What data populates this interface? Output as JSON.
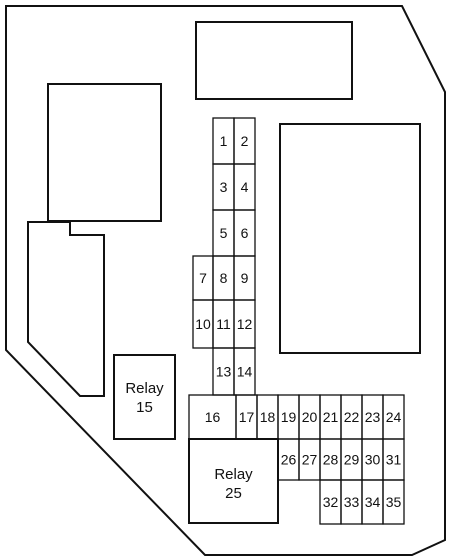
{
  "relays": [
    {
      "id": "relay-15",
      "line1": "Relay",
      "line2": "15"
    },
    {
      "id": "relay-25",
      "line1": "Relay",
      "line2": "25"
    }
  ],
  "fuses": [
    "1",
    "2",
    "3",
    "4",
    "5",
    "6",
    "7",
    "8",
    "9",
    "10",
    "11",
    "12",
    "13",
    "14",
    "16",
    "17",
    "18",
    "19",
    "20",
    "21",
    "22",
    "23",
    "24",
    "26",
    "27",
    "28",
    "29",
    "30",
    "31",
    "32",
    "33",
    "34",
    "35"
  ],
  "colors": {
    "stroke": "#111111",
    "background": "#ffffff"
  }
}
